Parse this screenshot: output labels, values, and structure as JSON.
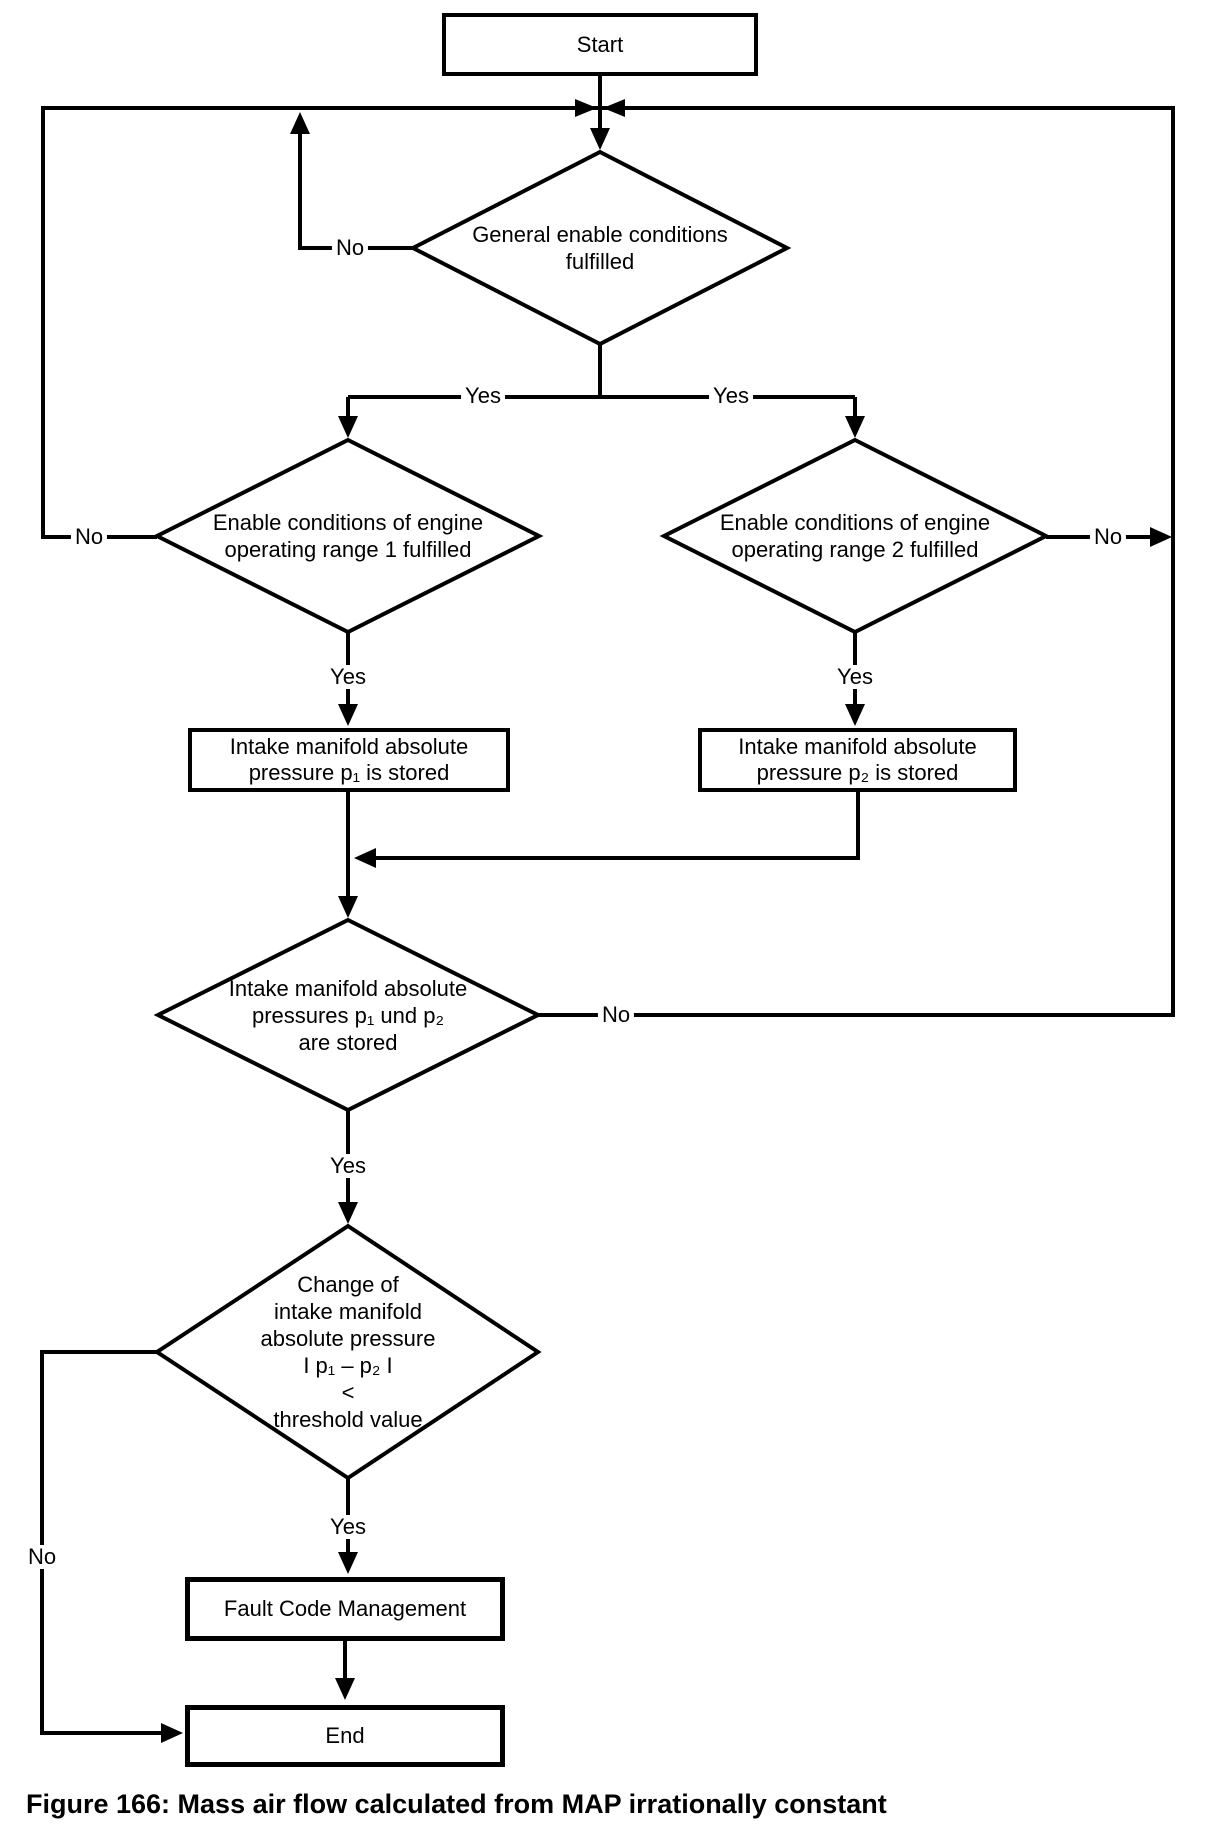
{
  "colors": {
    "ink": "#000000",
    "paper": "#ffffff"
  },
  "flow": {
    "start": {
      "label": "Start"
    },
    "general": {
      "lines": [
        "General enable conditions",
        "fulfilled"
      ],
      "yes": "Yes",
      "no": "No"
    },
    "range1": {
      "lines": [
        "Enable conditions of engine",
        "operating range 1 fulfilled"
      ],
      "yes": "Yes",
      "no": "No"
    },
    "range2": {
      "lines": [
        "Enable conditions of engine",
        "operating range 2 fulfilled"
      ],
      "yes": "Yes",
      "no": "No"
    },
    "store1": {
      "lines": [
        "Intake manifold absolute",
        "pressure p₁ is stored"
      ]
    },
    "store2": {
      "lines": [
        "Intake manifold absolute",
        "pressure p₂ is stored"
      ]
    },
    "stored": {
      "lines": [
        "Intake manifold absolute",
        "pressures p₁ und p₂",
        "are stored"
      ],
      "yes": "Yes",
      "no": "No"
    },
    "change": {
      "lines": [
        "Change of",
        "intake manifold",
        "absolute pressure",
        "I p₁ – p₂ I",
        "<",
        "threshold value"
      ],
      "yes": "Yes",
      "no": "No"
    },
    "fault": {
      "label": "Fault Code Management"
    },
    "end": {
      "label": "End"
    }
  },
  "caption": "Figure 166: Mass air flow calculated from MAP irrationally constant"
}
